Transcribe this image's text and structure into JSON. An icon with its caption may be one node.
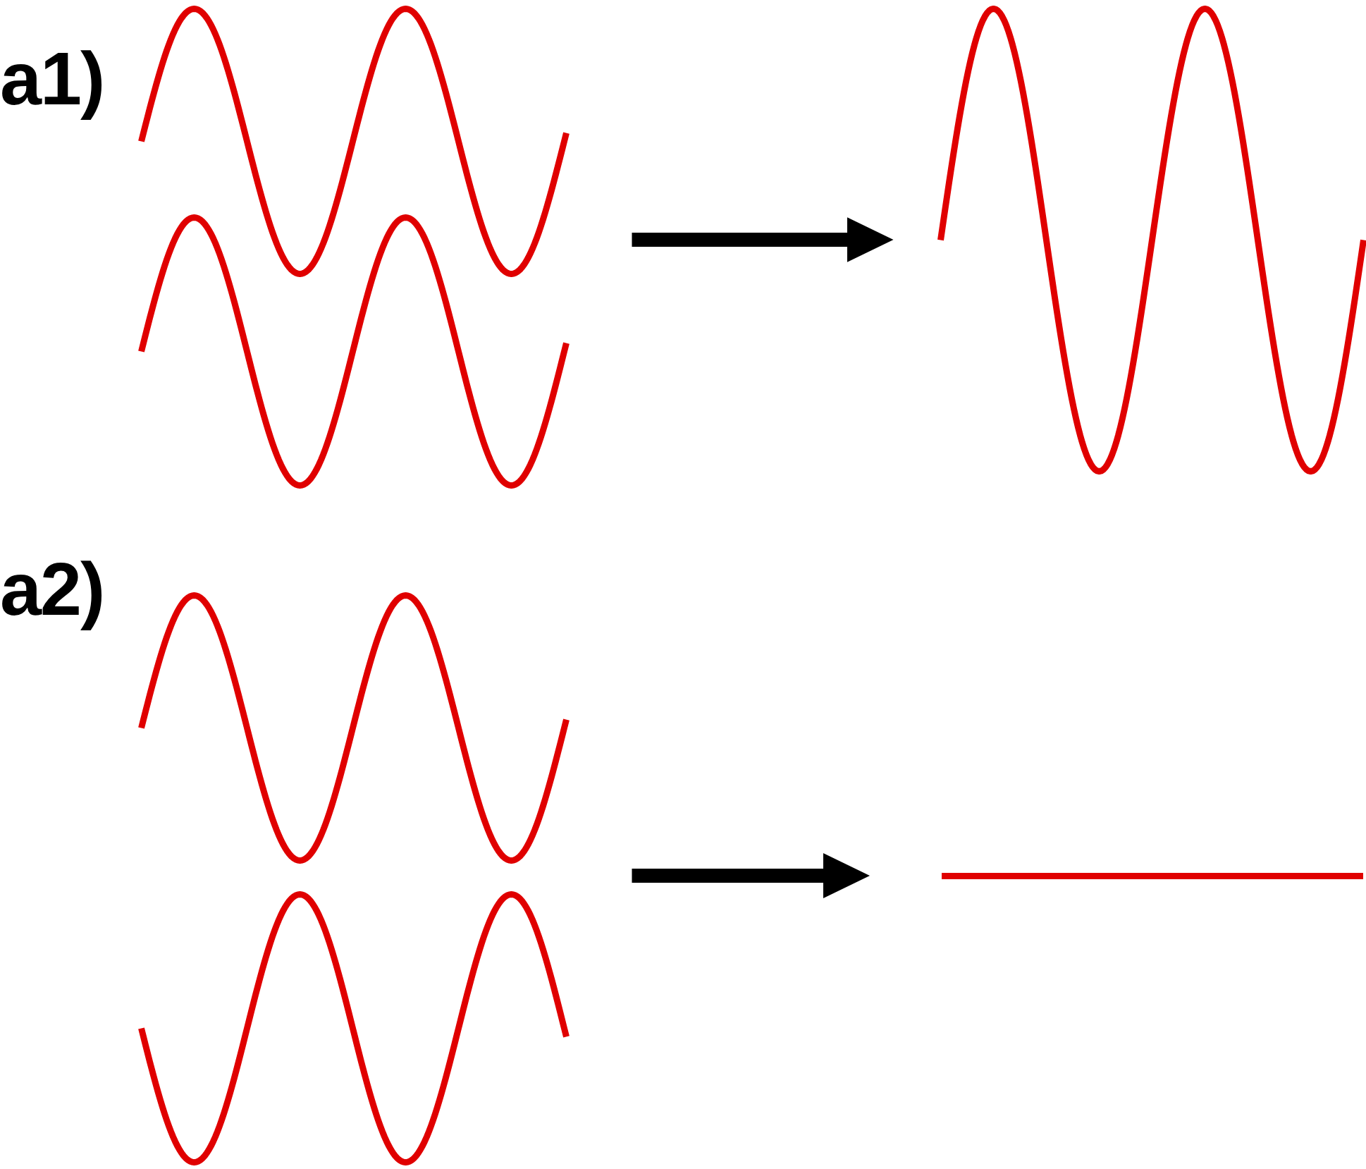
{
  "diagram": {
    "nodes": [
      {
        "text": [],
        "shape": "picture"
      },
      {
        "text": [],
        "shape": "picture"
      },
      {
        "text": [],
        "shape": "picture"
      },
      {
        "text": [],
        "shape": "line"
      }
    ],
    "edges": [
      {
        "from": 0,
        "to": 1,
        "arrow": "to"
      },
      {
        "from": 2,
        "to": 3,
        "arrow": "to"
      }
    ],
    "labels": [
      "a1)",
      "a2)"
    ]
  }
}
